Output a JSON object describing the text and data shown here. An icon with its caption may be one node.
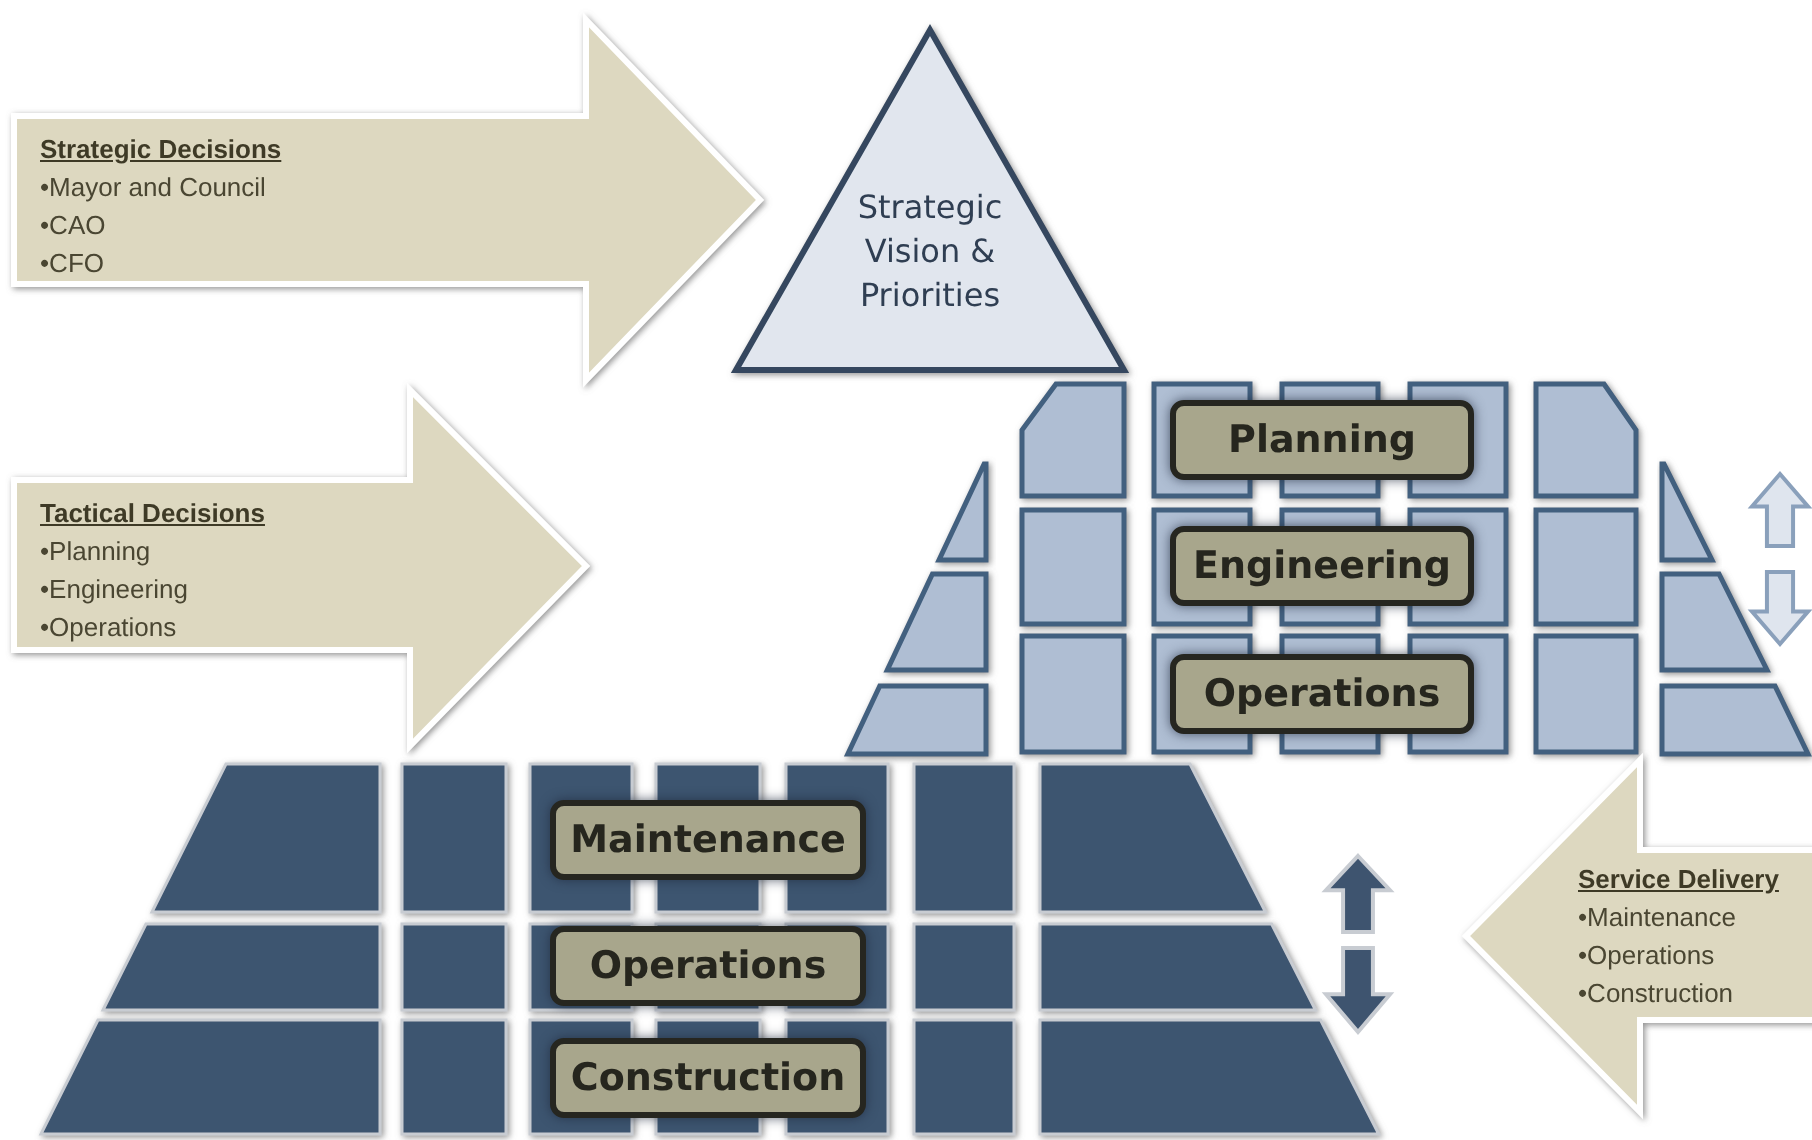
{
  "diagram": {
    "nodes": [
      {
        "text": [
          "Strategic Decisions",
          "•Mayor and Council",
          "•CAO",
          "•CFO"
        ]
      },
      {
        "text": [
          "Strategic Vision & Priorities"
        ]
      },
      {
        "text": [
          "Tactical Decisions",
          "•Planning",
          "•Engineering",
          "•Operations"
        ]
      },
      {
        "text": [
          "Planning"
        ]
      },
      {
        "text": [
          "Engineering"
        ]
      },
      {
        "text": [
          "Operations"
        ]
      },
      {
        "text": [
          "Maintenance"
        ]
      },
      {
        "text": [
          "Operations"
        ]
      },
      {
        "text": [
          "Construction"
        ]
      },
      {
        "text": [
          "Service Delivery",
          "•Maintenance",
          "•Operations",
          "•Construction"
        ]
      }
    ]
  }
}
